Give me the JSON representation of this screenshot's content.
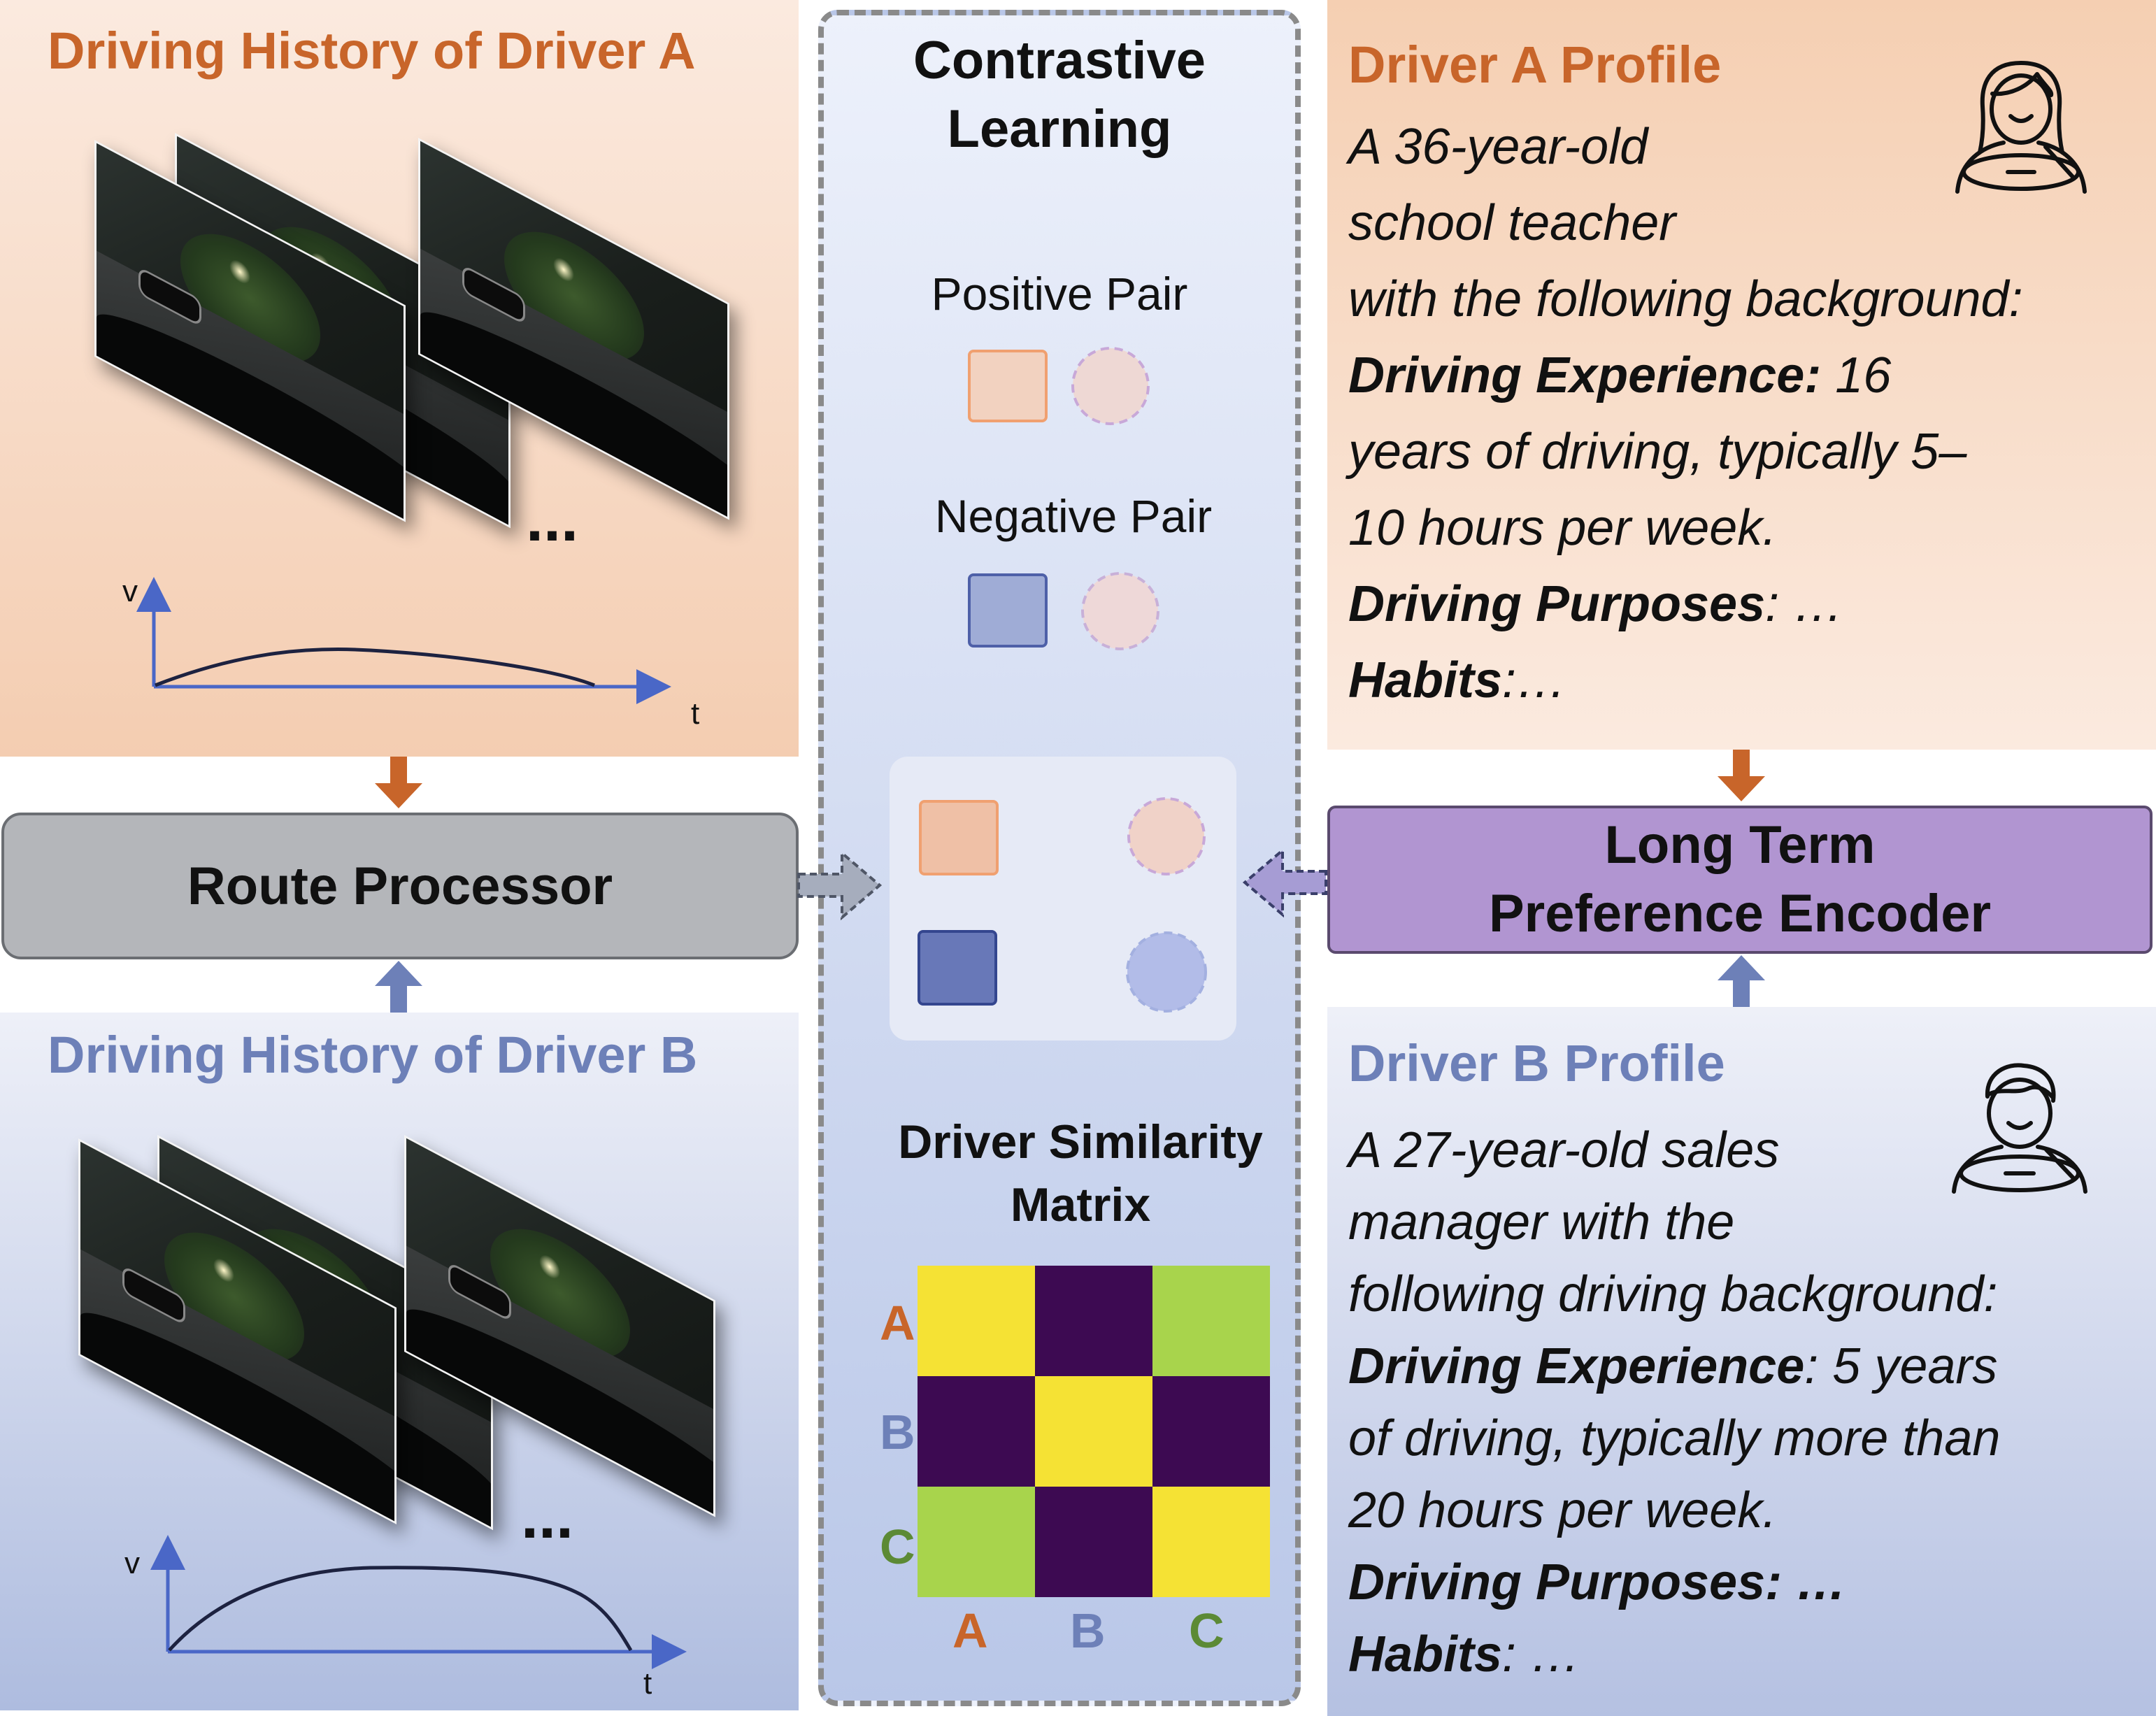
{
  "driver_a_history": {
    "title": "Driving History of Driver A",
    "ellipsis": "...",
    "axis_v": "v",
    "axis_t": "t"
  },
  "driver_b_history": {
    "title": "Driving History of Driver B",
    "ellipsis": "...",
    "axis_v": "v",
    "axis_t": "t"
  },
  "route_processor": "Route Processor",
  "contrastive": {
    "title_line1": "Contrastive",
    "title_line2": "Learning",
    "positive": "Positive Pair",
    "negative": "Negative Pair",
    "matrix_title_line1": "Driver Similarity",
    "matrix_title_line2": "Matrix",
    "row_labels": [
      "A",
      "B",
      "C"
    ],
    "col_labels": [
      "A",
      "B",
      "C"
    ],
    "matrix_colors": [
      [
        "#f5e234",
        "#3d0a52",
        "#a8d44c"
      ],
      [
        "#3d0a52",
        "#f5e234",
        "#3d0a52"
      ],
      [
        "#a8d44c",
        "#3d0a52",
        "#f5e234"
      ]
    ]
  },
  "encoder": {
    "line1": "Long Term",
    "line2": "Preference Encoder"
  },
  "profile_a": {
    "title": "Driver A Profile",
    "l1": "A 36-year-old",
    "l2": "school teacher",
    "l3": "with the following background:",
    "exp_label": "Driving Experience:",
    "exp_value": " 16",
    "l5": "years of driving, typically 5–",
    "l6": "10 hours per week.",
    "purpose_label": "Driving Purposes",
    "purpose_value": ": …",
    "habits_label": "Habits",
    "habits_value": ":…"
  },
  "profile_b": {
    "title": "Driver B Profile",
    "l1": "A 27-year-old sales",
    "l2": "manager with the",
    "l3": "following driving background:",
    "exp_label": "Driving Experience",
    "exp_value": ": 5 years",
    "l5": "of  driving, typically more than",
    "l6": "20 hours  per week.",
    "purpose_label": "Driving Purposes: …",
    "habits_label": "Habits",
    "habits_value": ": …"
  },
  "colors": {
    "orange": "#c8652a",
    "blue": "#6d80b8",
    "green": "#5c8a35",
    "axis": "#4a67c7"
  }
}
